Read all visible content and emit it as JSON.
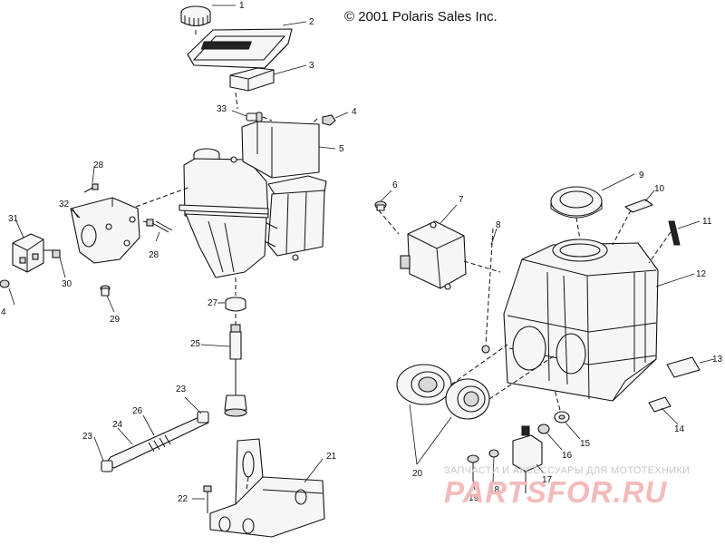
{
  "diagram": {
    "copyright": "© 2001 Polaris Sales Inc.",
    "watermark": {
      "caption": "ЗАПЧАСТИ И АКСЕССУАРЫ ДЛЯ МОТОТЕХНИКИ",
      "brand": "PARTSFOR.RU"
    },
    "callouts": [
      {
        "id": "c1",
        "label": "1"
      },
      {
        "id": "c2",
        "label": "2"
      },
      {
        "id": "c3",
        "label": "3"
      },
      {
        "id": "c4a",
        "label": "4"
      },
      {
        "id": "c4b",
        "label": "4"
      },
      {
        "id": "c5",
        "label": "5"
      },
      {
        "id": "c6",
        "label": "6"
      },
      {
        "id": "c7",
        "label": "7"
      },
      {
        "id": "c8",
        "label": "8"
      },
      {
        "id": "c9",
        "label": "9"
      },
      {
        "id": "c10",
        "label": "10"
      },
      {
        "id": "c11",
        "label": "11"
      },
      {
        "id": "c12",
        "label": "12"
      },
      {
        "id": "c13",
        "label": "13"
      },
      {
        "id": "c14",
        "label": "14"
      },
      {
        "id": "c15",
        "label": "15"
      },
      {
        "id": "c16",
        "label": "16"
      },
      {
        "id": "c17",
        "label": "17"
      },
      {
        "id": "c18",
        "label": "18"
      },
      {
        "id": "c19",
        "label": "19"
      },
      {
        "id": "c20",
        "label": "20"
      },
      {
        "id": "c21",
        "label": "21"
      },
      {
        "id": "c22",
        "label": "22"
      },
      {
        "id": "c23a",
        "label": "23"
      },
      {
        "id": "c23b",
        "label": "23"
      },
      {
        "id": "c24",
        "label": "24"
      },
      {
        "id": "c25",
        "label": "25"
      },
      {
        "id": "c26",
        "label": "26"
      },
      {
        "id": "c27",
        "label": "27"
      },
      {
        "id": "c28a",
        "label": "28"
      },
      {
        "id": "c28b",
        "label": "28"
      },
      {
        "id": "c29",
        "label": "29"
      },
      {
        "id": "c30",
        "label": "30"
      },
      {
        "id": "c31",
        "label": "31"
      },
      {
        "id": "c32",
        "label": "32"
      },
      {
        "id": "c33",
        "label": "33"
      }
    ]
  }
}
